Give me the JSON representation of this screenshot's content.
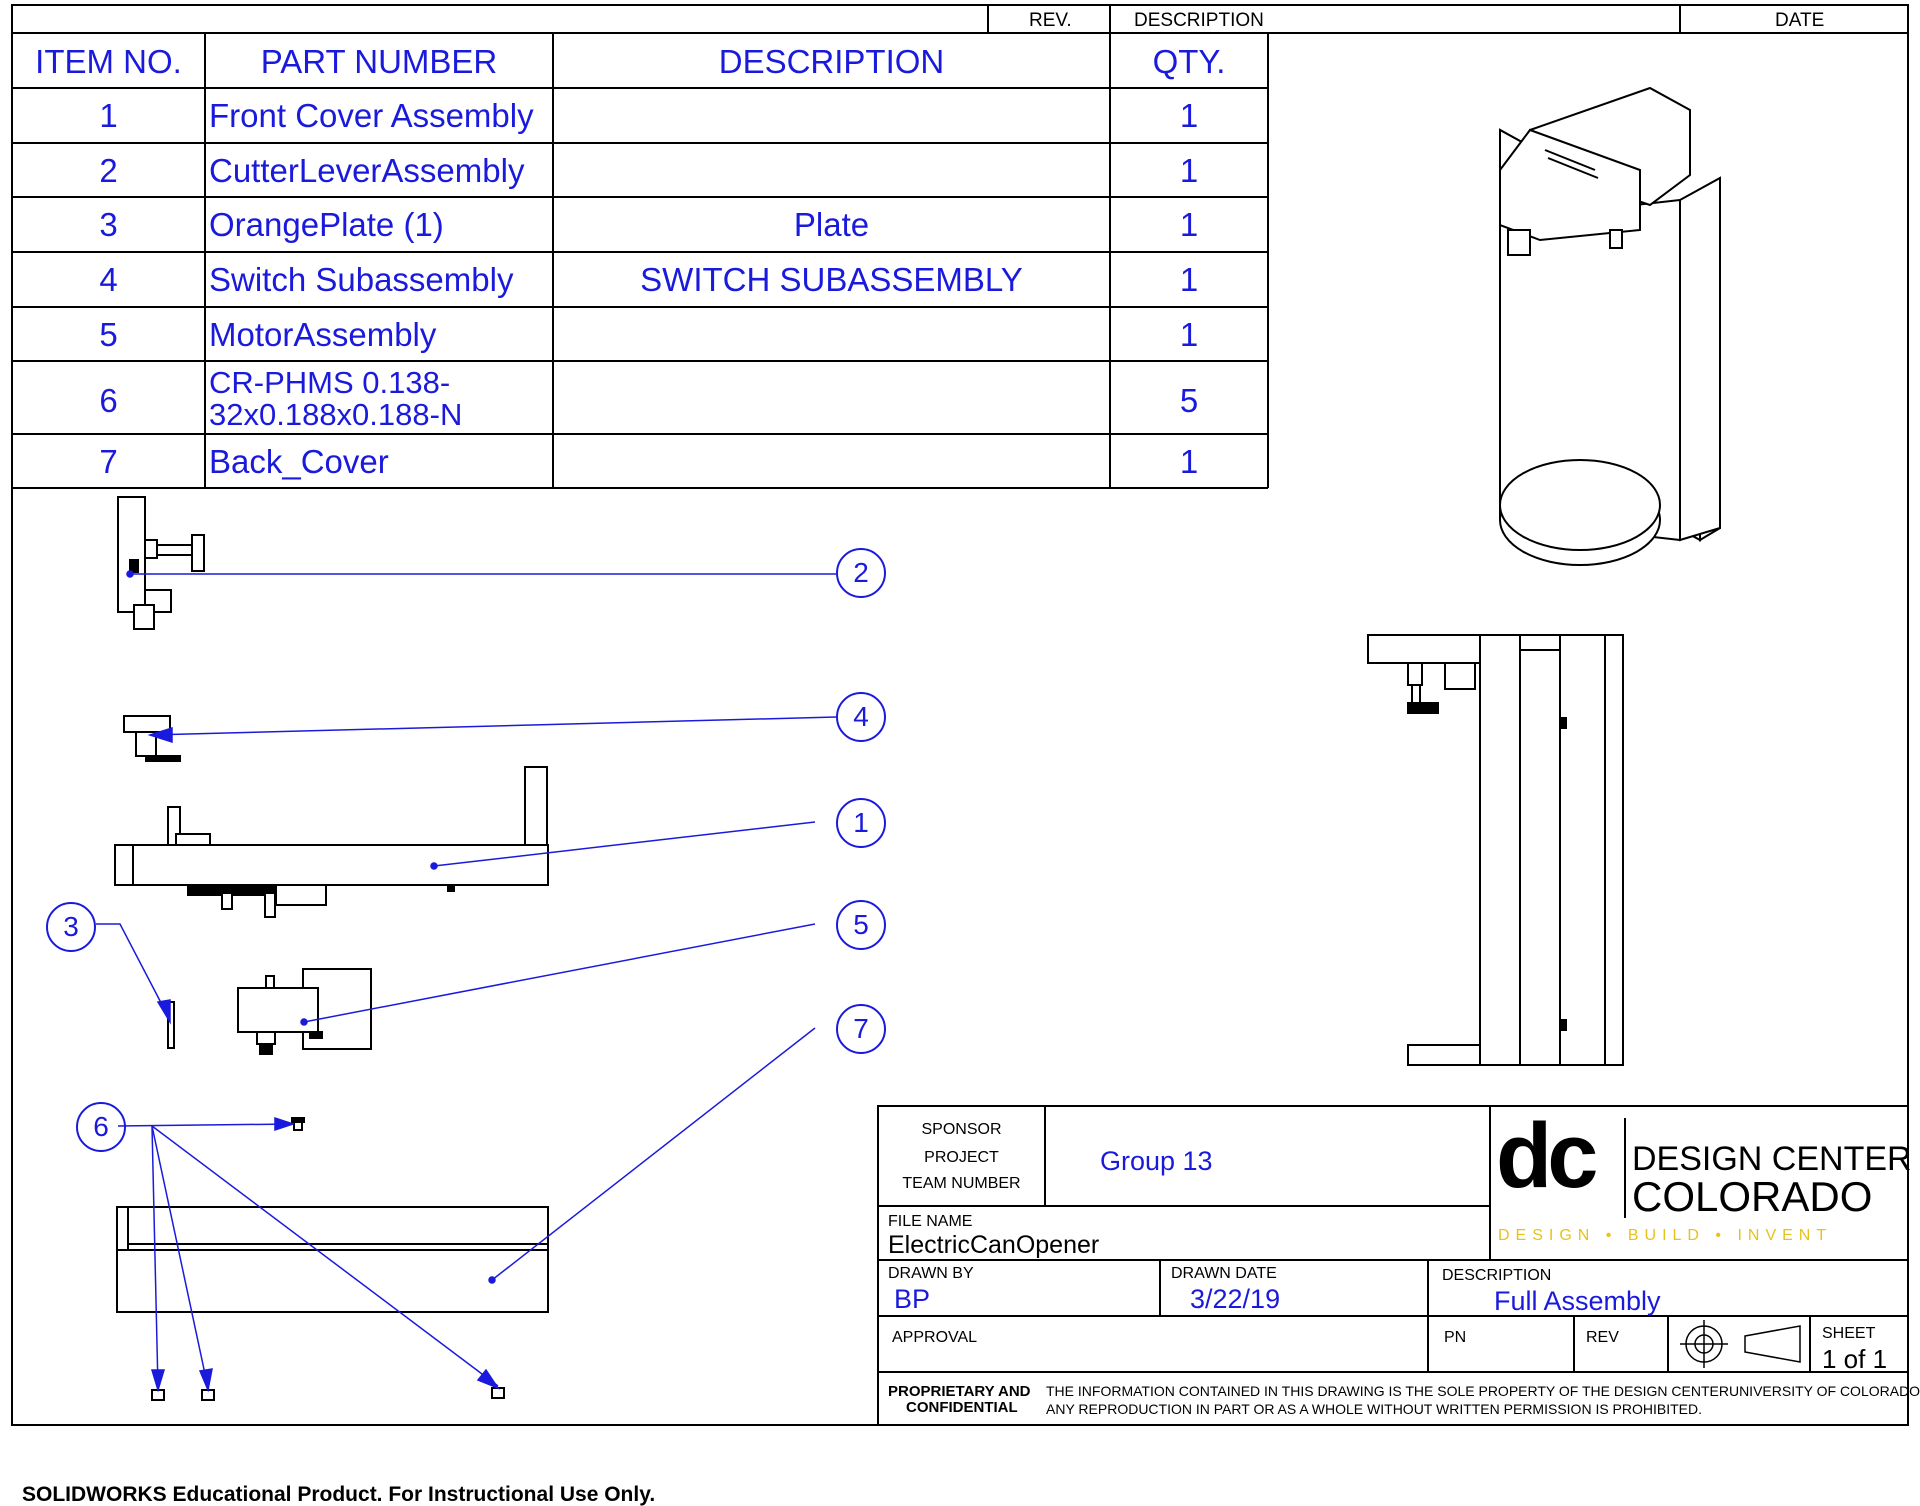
{
  "revision_block": {
    "headers": [
      "REV.",
      "DESCRIPTION",
      "DATE"
    ]
  },
  "bom": {
    "headers": [
      "ITEM NO.",
      "PART NUMBER",
      "DESCRIPTION",
      "QTY."
    ],
    "rows": [
      {
        "item": "1",
        "part": "Front Cover Assembly",
        "desc": "",
        "qty": "1"
      },
      {
        "item": "2",
        "part": "CutterLeverAssembly",
        "desc": "",
        "qty": "1"
      },
      {
        "item": "3",
        "part": "OrangePlate (1)",
        "desc": "Plate",
        "qty": "1"
      },
      {
        "item": "4",
        "part": "Switch Subassembly",
        "desc": "SWITCH SUBASSEMBLY",
        "qty": "1"
      },
      {
        "item": "5",
        "part": "MotorAssembly",
        "desc": "",
        "qty": "1"
      },
      {
        "item": "6",
        "part_line1": "CR-PHMS 0.138-",
        "part_line2": "32x0.188x0.188-N",
        "desc": "",
        "qty": "5"
      },
      {
        "item": "7",
        "part": "Back_Cover",
        "desc": "",
        "qty": "1"
      }
    ]
  },
  "balloons": [
    "2",
    "4",
    "1",
    "3",
    "5",
    "7",
    "6"
  ],
  "title_block": {
    "sponsor_label": "SPONSOR",
    "project_label": "PROJECT",
    "team_label": "TEAM NUMBER",
    "team_value": "Group 13",
    "logo_mark": "dc",
    "logo_line1": "DESIGN CENTER",
    "logo_line2": "COLORADO",
    "logo_tagline": "DESIGN • BUILD • INVENT",
    "file_name_label": "FILE NAME",
    "file_name_value": "ElectricCanOpener",
    "drawn_by_label": "DRAWN BY",
    "drawn_by_value": "BP",
    "drawn_date_label": "DRAWN DATE",
    "drawn_date_value": "3/22/19",
    "description_label": "DESCRIPTION",
    "description_value": "Full Assembly",
    "approval_label": "APPROVAL",
    "pn_label": "PN",
    "rev_label": "REV",
    "sheet_label": "SHEET",
    "sheet_value": "1 of 1",
    "proprietary_line1": "PROPRIETARY AND",
    "proprietary_line2": "CONFIDENTIAL",
    "notice_line1": "THE INFORMATION CONTAINED IN THIS DRAWING IS THE SOLE PROPERTY OF THE DESIGN CENTERUNIVERSITY OF COLORADO.",
    "notice_line2": "ANY REPRODUCTION IN PART OR AS A WHOLE WITHOUT WRITTEN PERMISSION IS PROHIBITED."
  },
  "footer": "SOLIDWORKS Educational Product. For Instructional Use Only.",
  "colors": {
    "annotation": "#1a1adc",
    "line": "#000000",
    "logo_tagline": "#e8c21a"
  }
}
